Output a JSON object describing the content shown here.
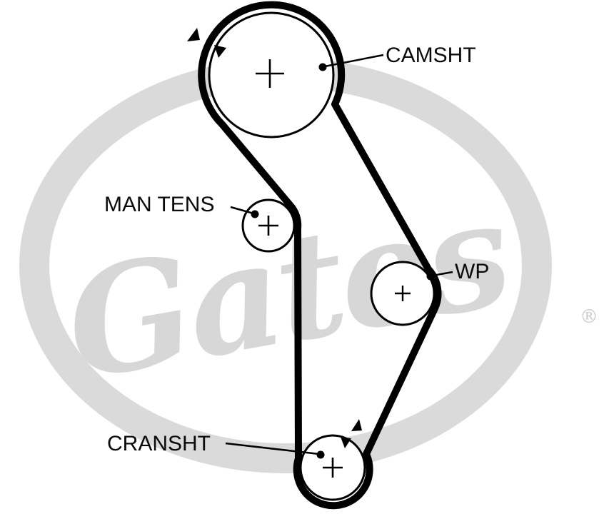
{
  "diagram": {
    "type": "timing-belt-routing-diagram",
    "brand_watermark": "Gates",
    "registered_mark": "®",
    "components": [
      {
        "id": "camshaft",
        "label": "CAMSHT"
      },
      {
        "id": "manual-tensioner",
        "label": "MAN TENS"
      },
      {
        "id": "water-pump",
        "label": "WP"
      },
      {
        "id": "crankshaft",
        "label": "CRANSHT"
      }
    ],
    "colors": {
      "belt": "#000000",
      "pulley_outline": "#000000",
      "label_text": "#0a0a0a",
      "watermark": "#d7d7d7",
      "background": "#ffffff"
    }
  }
}
